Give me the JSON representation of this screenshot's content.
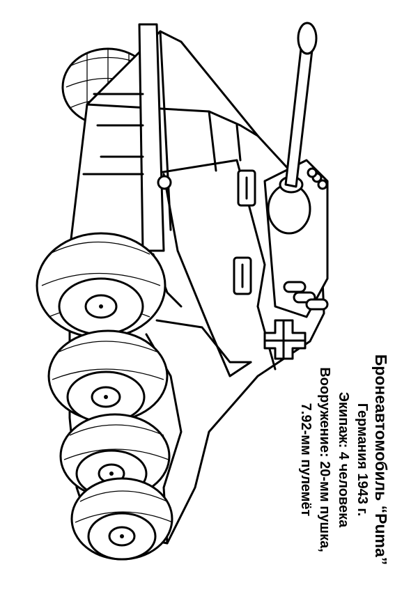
{
  "caption": {
    "title": "Бронеавтомобиль “Puma”",
    "origin": "Германия 1943 г.",
    "crew": "Экипаж: 4 человека",
    "armament_line1": "Вооружение: 20-мм пушка,",
    "armament_line2": "7.92-мм пулемёт"
  },
  "illustration": {
    "subject": "armored car line drawing",
    "icons": [
      "balkenkreuz-icon",
      "wheel-icon"
    ],
    "colors": {
      "ink": "#000000",
      "paper": "#ffffff"
    }
  }
}
